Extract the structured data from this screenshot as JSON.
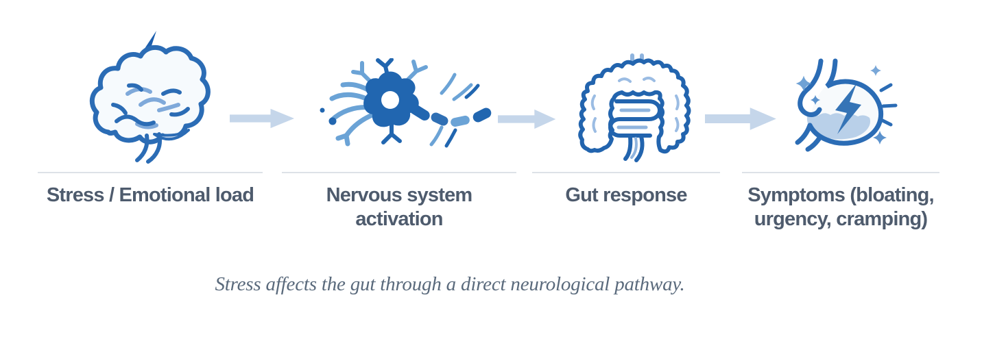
{
  "figure": {
    "caption": "Stress affects the gut through a direct neurological pathway.",
    "steps": [
      {
        "label": "Stress / Emotional load",
        "icon": "brain-lightning-icon"
      },
      {
        "label": "Nervous system activation",
        "icon": "neuron-icon"
      },
      {
        "label": "Gut response",
        "icon": "intestines-icon"
      },
      {
        "label": "Symptoms (bloating, urgency, cramping)",
        "icon": "stomach-lightning-icon"
      }
    ],
    "arrows": {
      "count": 3,
      "direction": "right",
      "style": "solid-block"
    },
    "colors": {
      "icon_dark_blue": "#2b6cb5",
      "icon_medium_blue": "#6ba3d6",
      "icon_pale_blue": "#bcd2ea",
      "arrow_blue": "#c5d6ea",
      "divider_gray": "#dde2e7",
      "label_text": "#4e5b6d",
      "caption_text": "#5a6a7c",
      "background": "#ffffff"
    }
  }
}
